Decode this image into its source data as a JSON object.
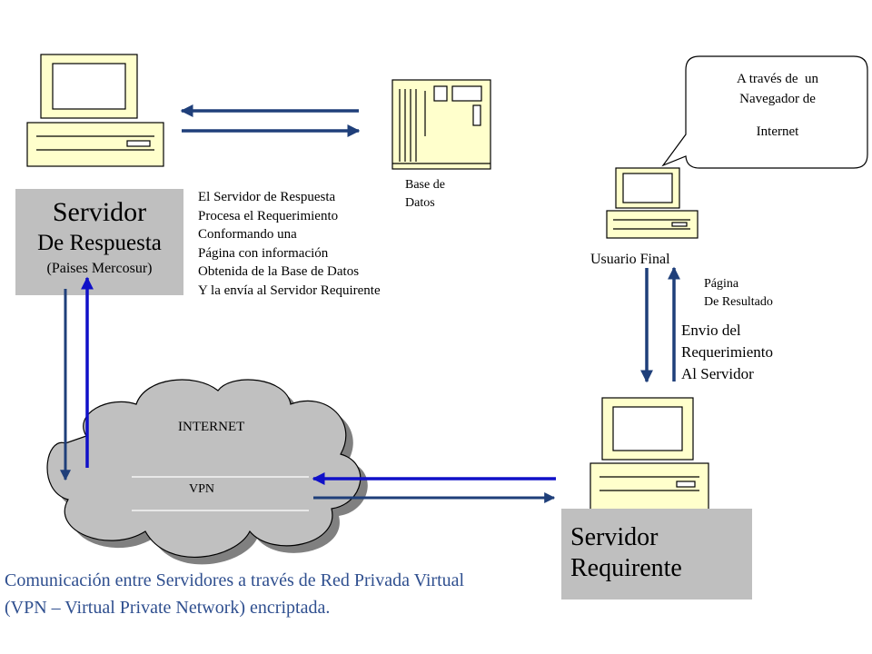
{
  "database": {
    "label_line1": "Base de",
    "label_line2": "Datos"
  },
  "response_server": {
    "title": "Servidor",
    "subtitle": "De Respuesta",
    "note": "(Paises Mercosur)"
  },
  "process_description": [
    "El Servidor de Respuesta",
    "Procesa el Requerimiento",
    "Conformando una",
    "Página con información",
    "Obtenida de la Base de Datos",
    "Y la envía al Servidor Requirente"
  ],
  "callout": {
    "line1": "A través de  un",
    "line2": "Navegador de",
    "line3": "Internet"
  },
  "end_user": {
    "label": "Usuario Final"
  },
  "result_page": {
    "line1": "Página",
    "line2": "De Resultado"
  },
  "request_send": {
    "line1": "Envio del",
    "line2": "Requerimiento",
    "line3": "Al Servidor"
  },
  "cloud": {
    "internet_label": "INTERNET",
    "vpn_label": "VPN"
  },
  "requesting_server": {
    "line1": "Servidor",
    "line2": "Requirente"
  },
  "caption": {
    "line1": "Comunicación entre Servidores a través de Red Privada Virtual",
    "line2": "(VPN – Virtual Private Network) encriptada."
  },
  "colors": {
    "arrow_dark": "#1f3f7a",
    "arrow_bright": "#1010c8",
    "caption_blue": "#2f4f8f",
    "server_box": "#bfbfbf",
    "computer_fill": "#ffffcc",
    "cloud_fill": "#c0c0c0"
  }
}
